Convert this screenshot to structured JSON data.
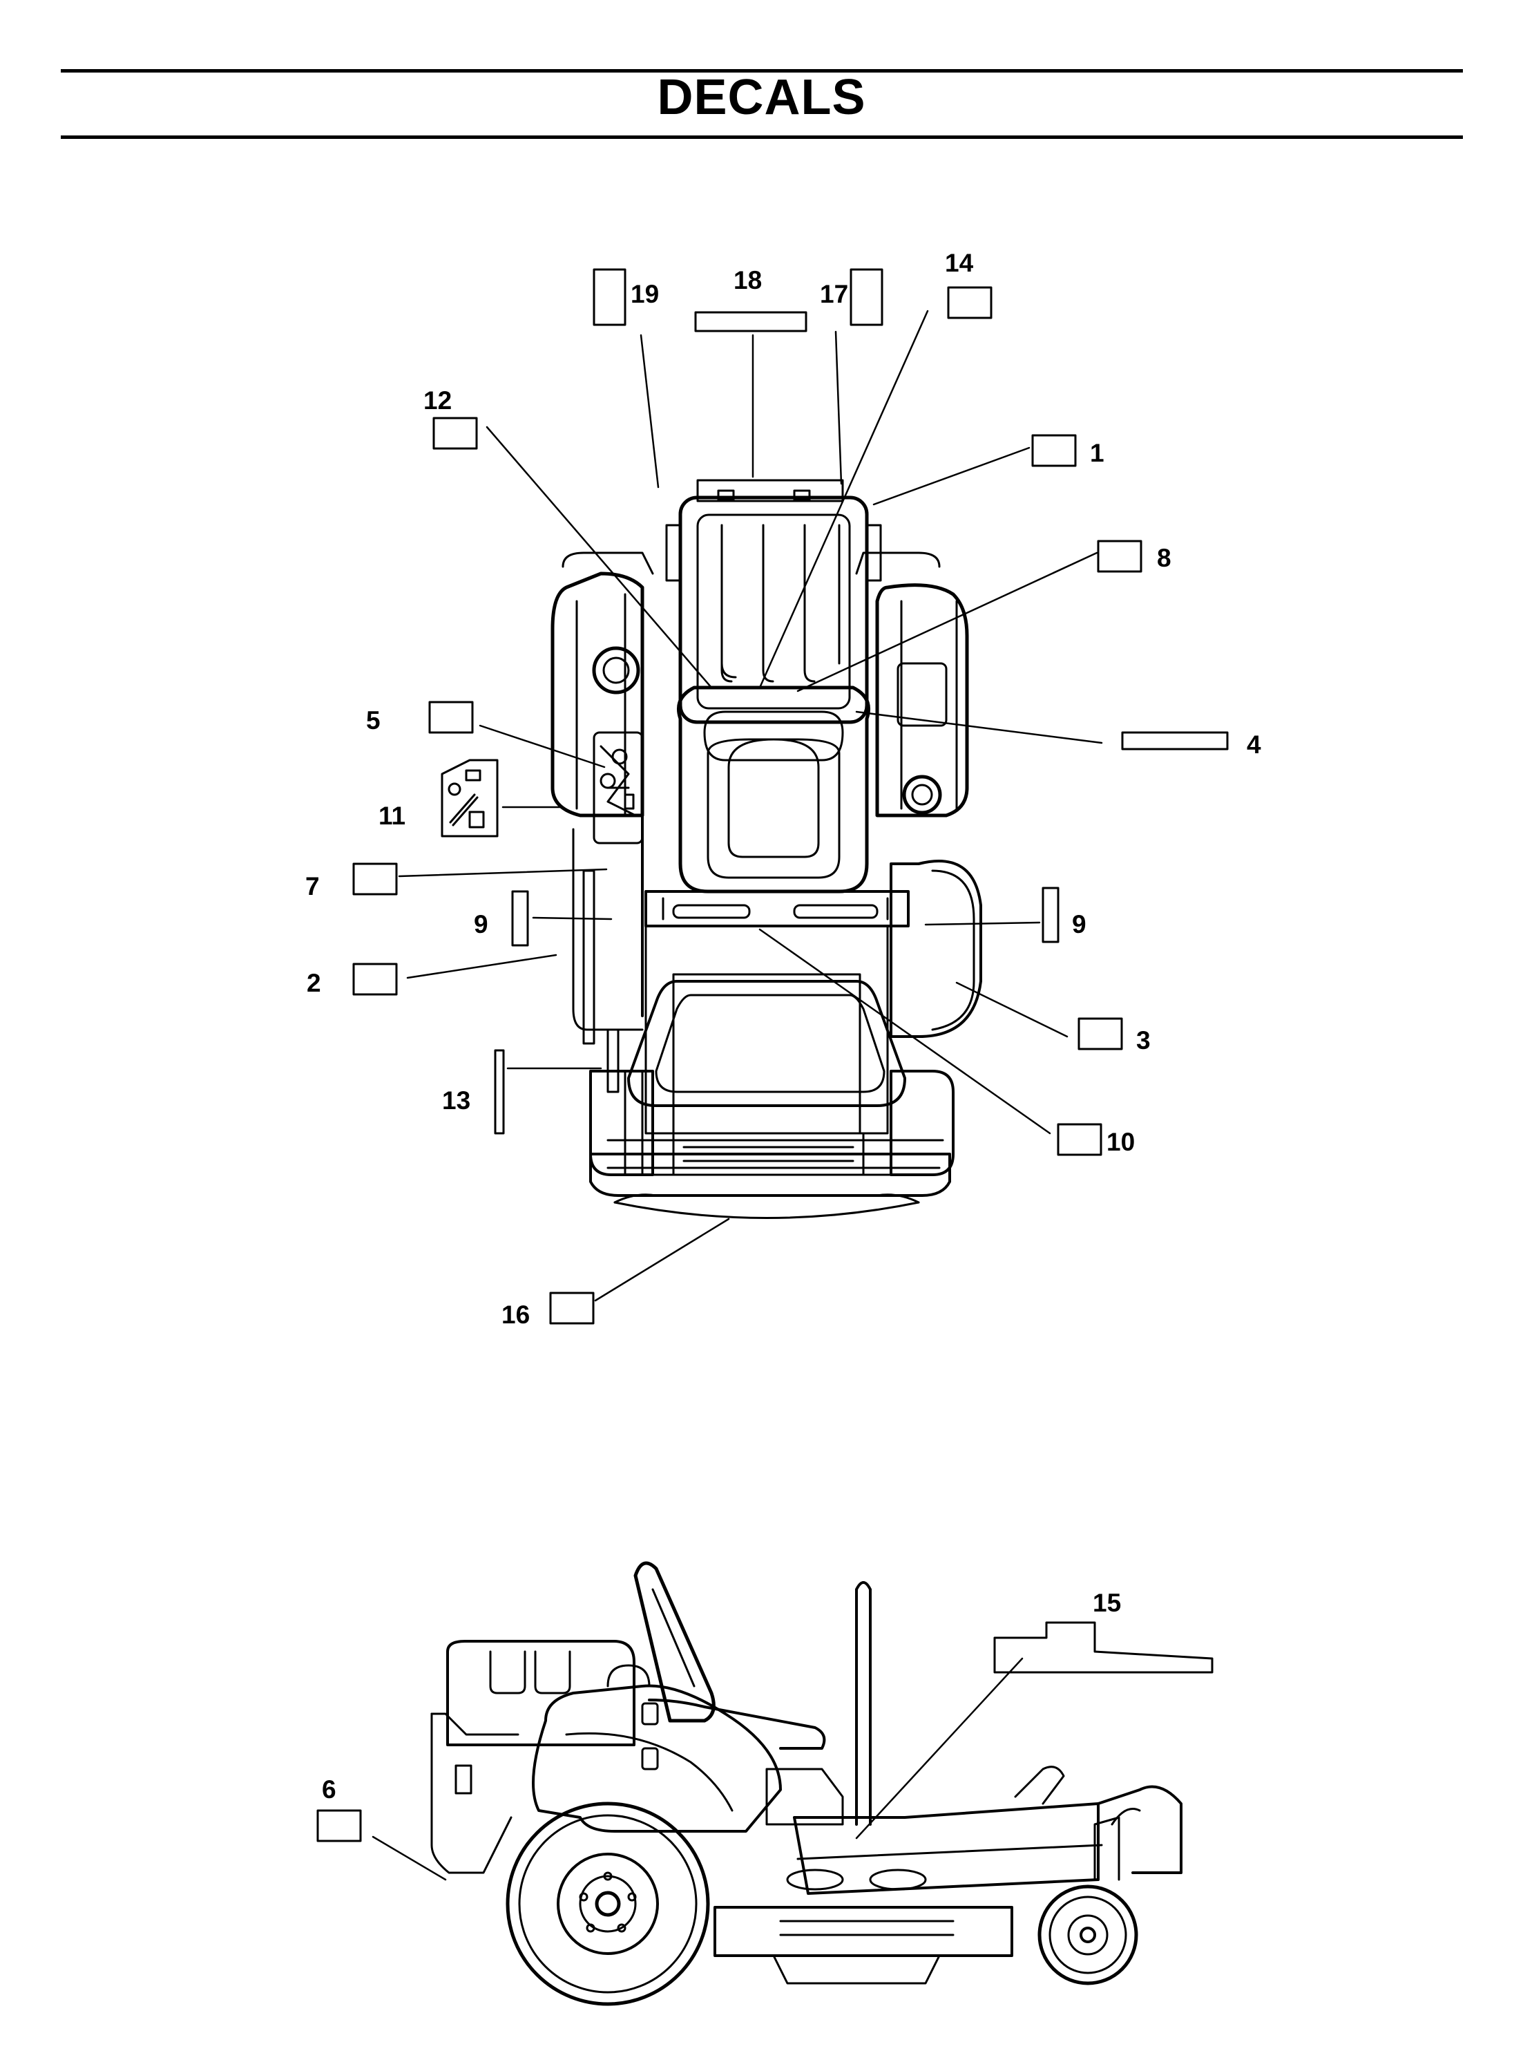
{
  "header": {
    "title": "DECALS"
  },
  "callouts": {
    "c1": "1",
    "c2": "2",
    "c3": "3",
    "c4": "4",
    "c5": "5",
    "c6": "6",
    "c7": "7",
    "c8": "8",
    "c9a": "9",
    "c9b": "9",
    "c10": "10",
    "c11": "11",
    "c12": "12",
    "c13": "13",
    "c14": "14",
    "c15": "15",
    "c16": "16",
    "c17": "17",
    "c18": "18",
    "c19": "19"
  }
}
